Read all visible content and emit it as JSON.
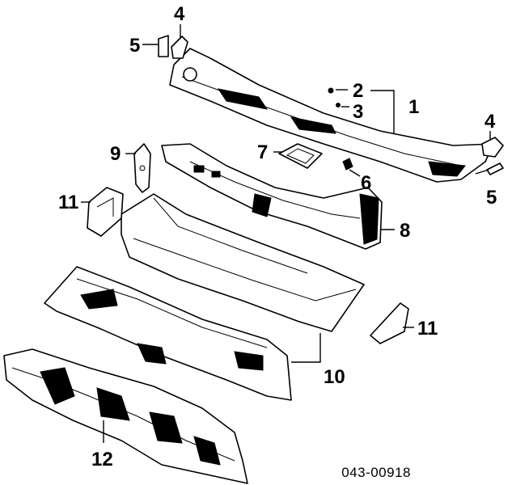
{
  "callouts": {
    "c1": "1",
    "c2": "2",
    "c3": "3",
    "c4_left": "4",
    "c5_left": "5",
    "c4_right": "4",
    "c5_right": "5",
    "c6": "6",
    "c7": "7",
    "c8": "8",
    "c9": "9",
    "c10": "10",
    "c11_left": "11",
    "c11_right": "11",
    "c12": "12"
  },
  "diagram_code": "043-00918"
}
